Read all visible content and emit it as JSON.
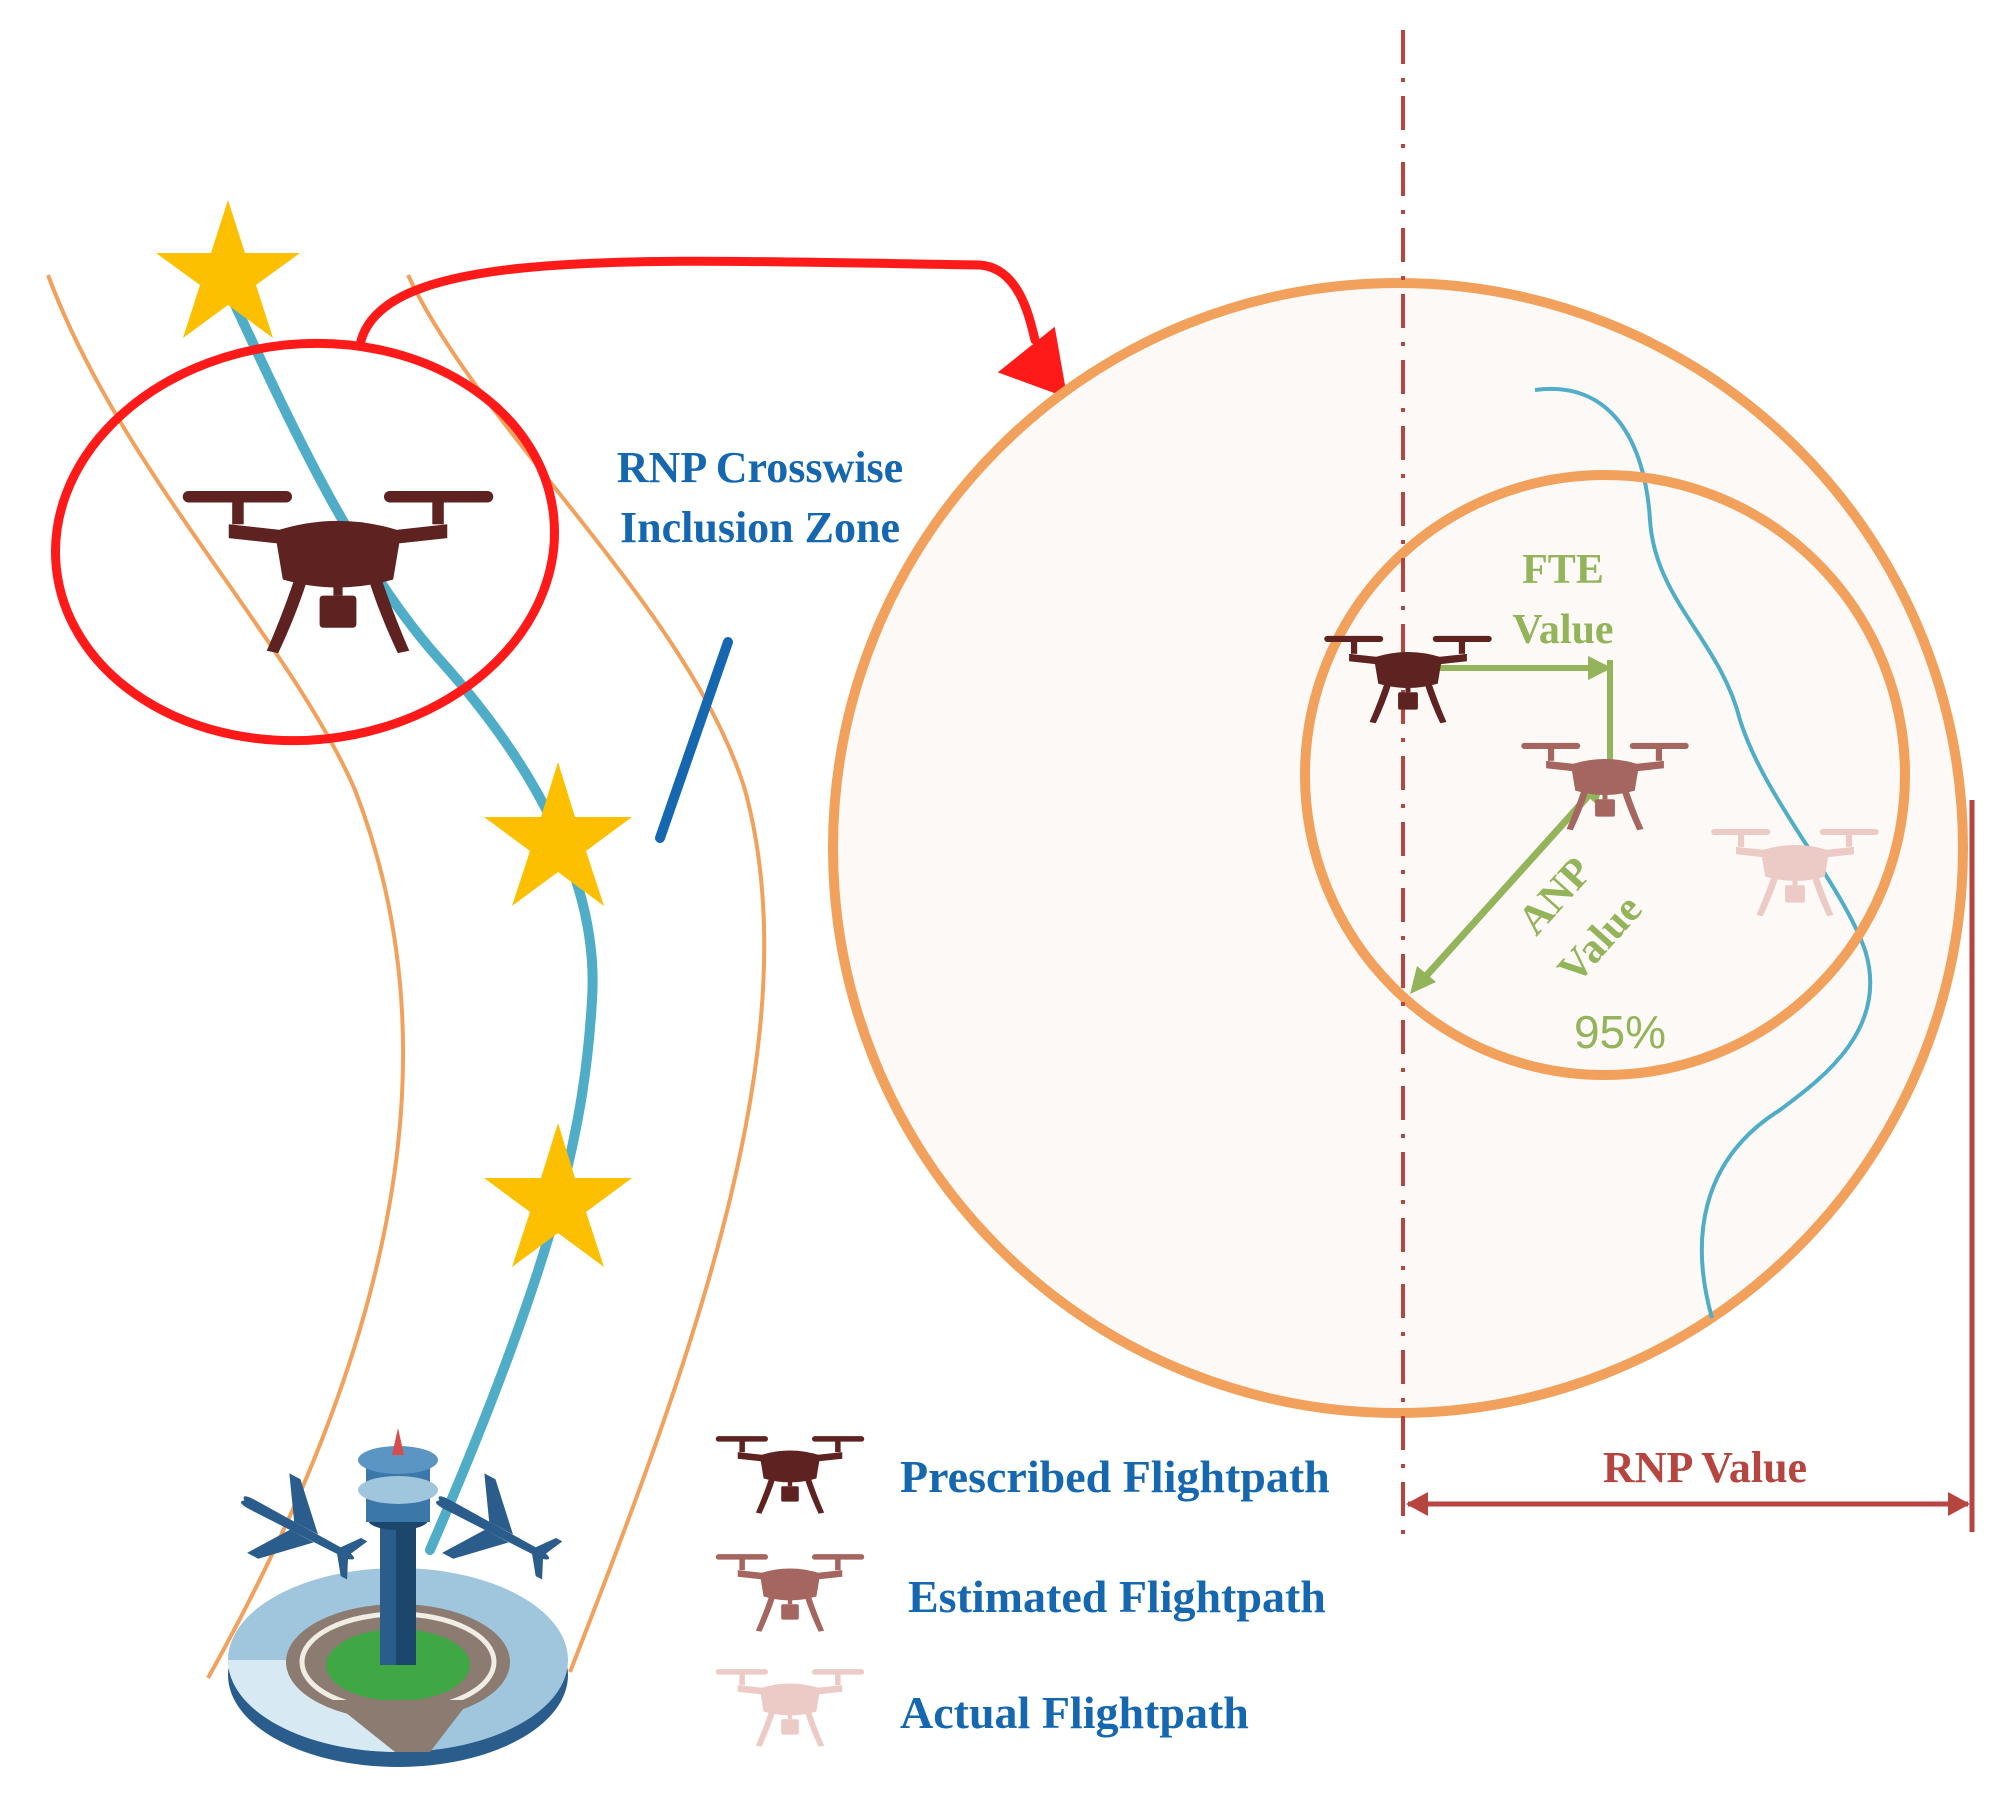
{
  "labels": {
    "rnp_zone_line1": "RNP Crosswise",
    "rnp_zone_line2": "Inclusion Zone",
    "fte_line1": "FTE",
    "fte_line2": "Value",
    "anp_line1": "ANP",
    "anp_line2": "Value",
    "anp_percent": "95%",
    "rnp_value": "RNP Value"
  },
  "legend": [
    {
      "label": "Prescribed Flightpath",
      "color": "#5e2320"
    },
    {
      "label": "Estimated Flightpath",
      "color": "#a4665f"
    },
    {
      "label": "Actual Flightpath",
      "color": "#eccac5"
    }
  ],
  "colors": {
    "drone_prescribed": "#5e2320",
    "drone_estimated": "#a4665f",
    "drone_actual": "#eccac5",
    "flight_path": "#4fadc8",
    "corridor_edge": "#f2a15c",
    "zoom_highlight": "#ff1a1a",
    "waypoint_star": "#fdc000",
    "label_blue": "#1567b0",
    "label_green": "#93b45a",
    "rnp_red": "#b5453e"
  },
  "icons": {
    "waypoint": "star-icon",
    "vehicle": "quadcopter-drone-icon",
    "airport": "airport-control-tower-icon",
    "aircraft": "airplane-icon"
  }
}
